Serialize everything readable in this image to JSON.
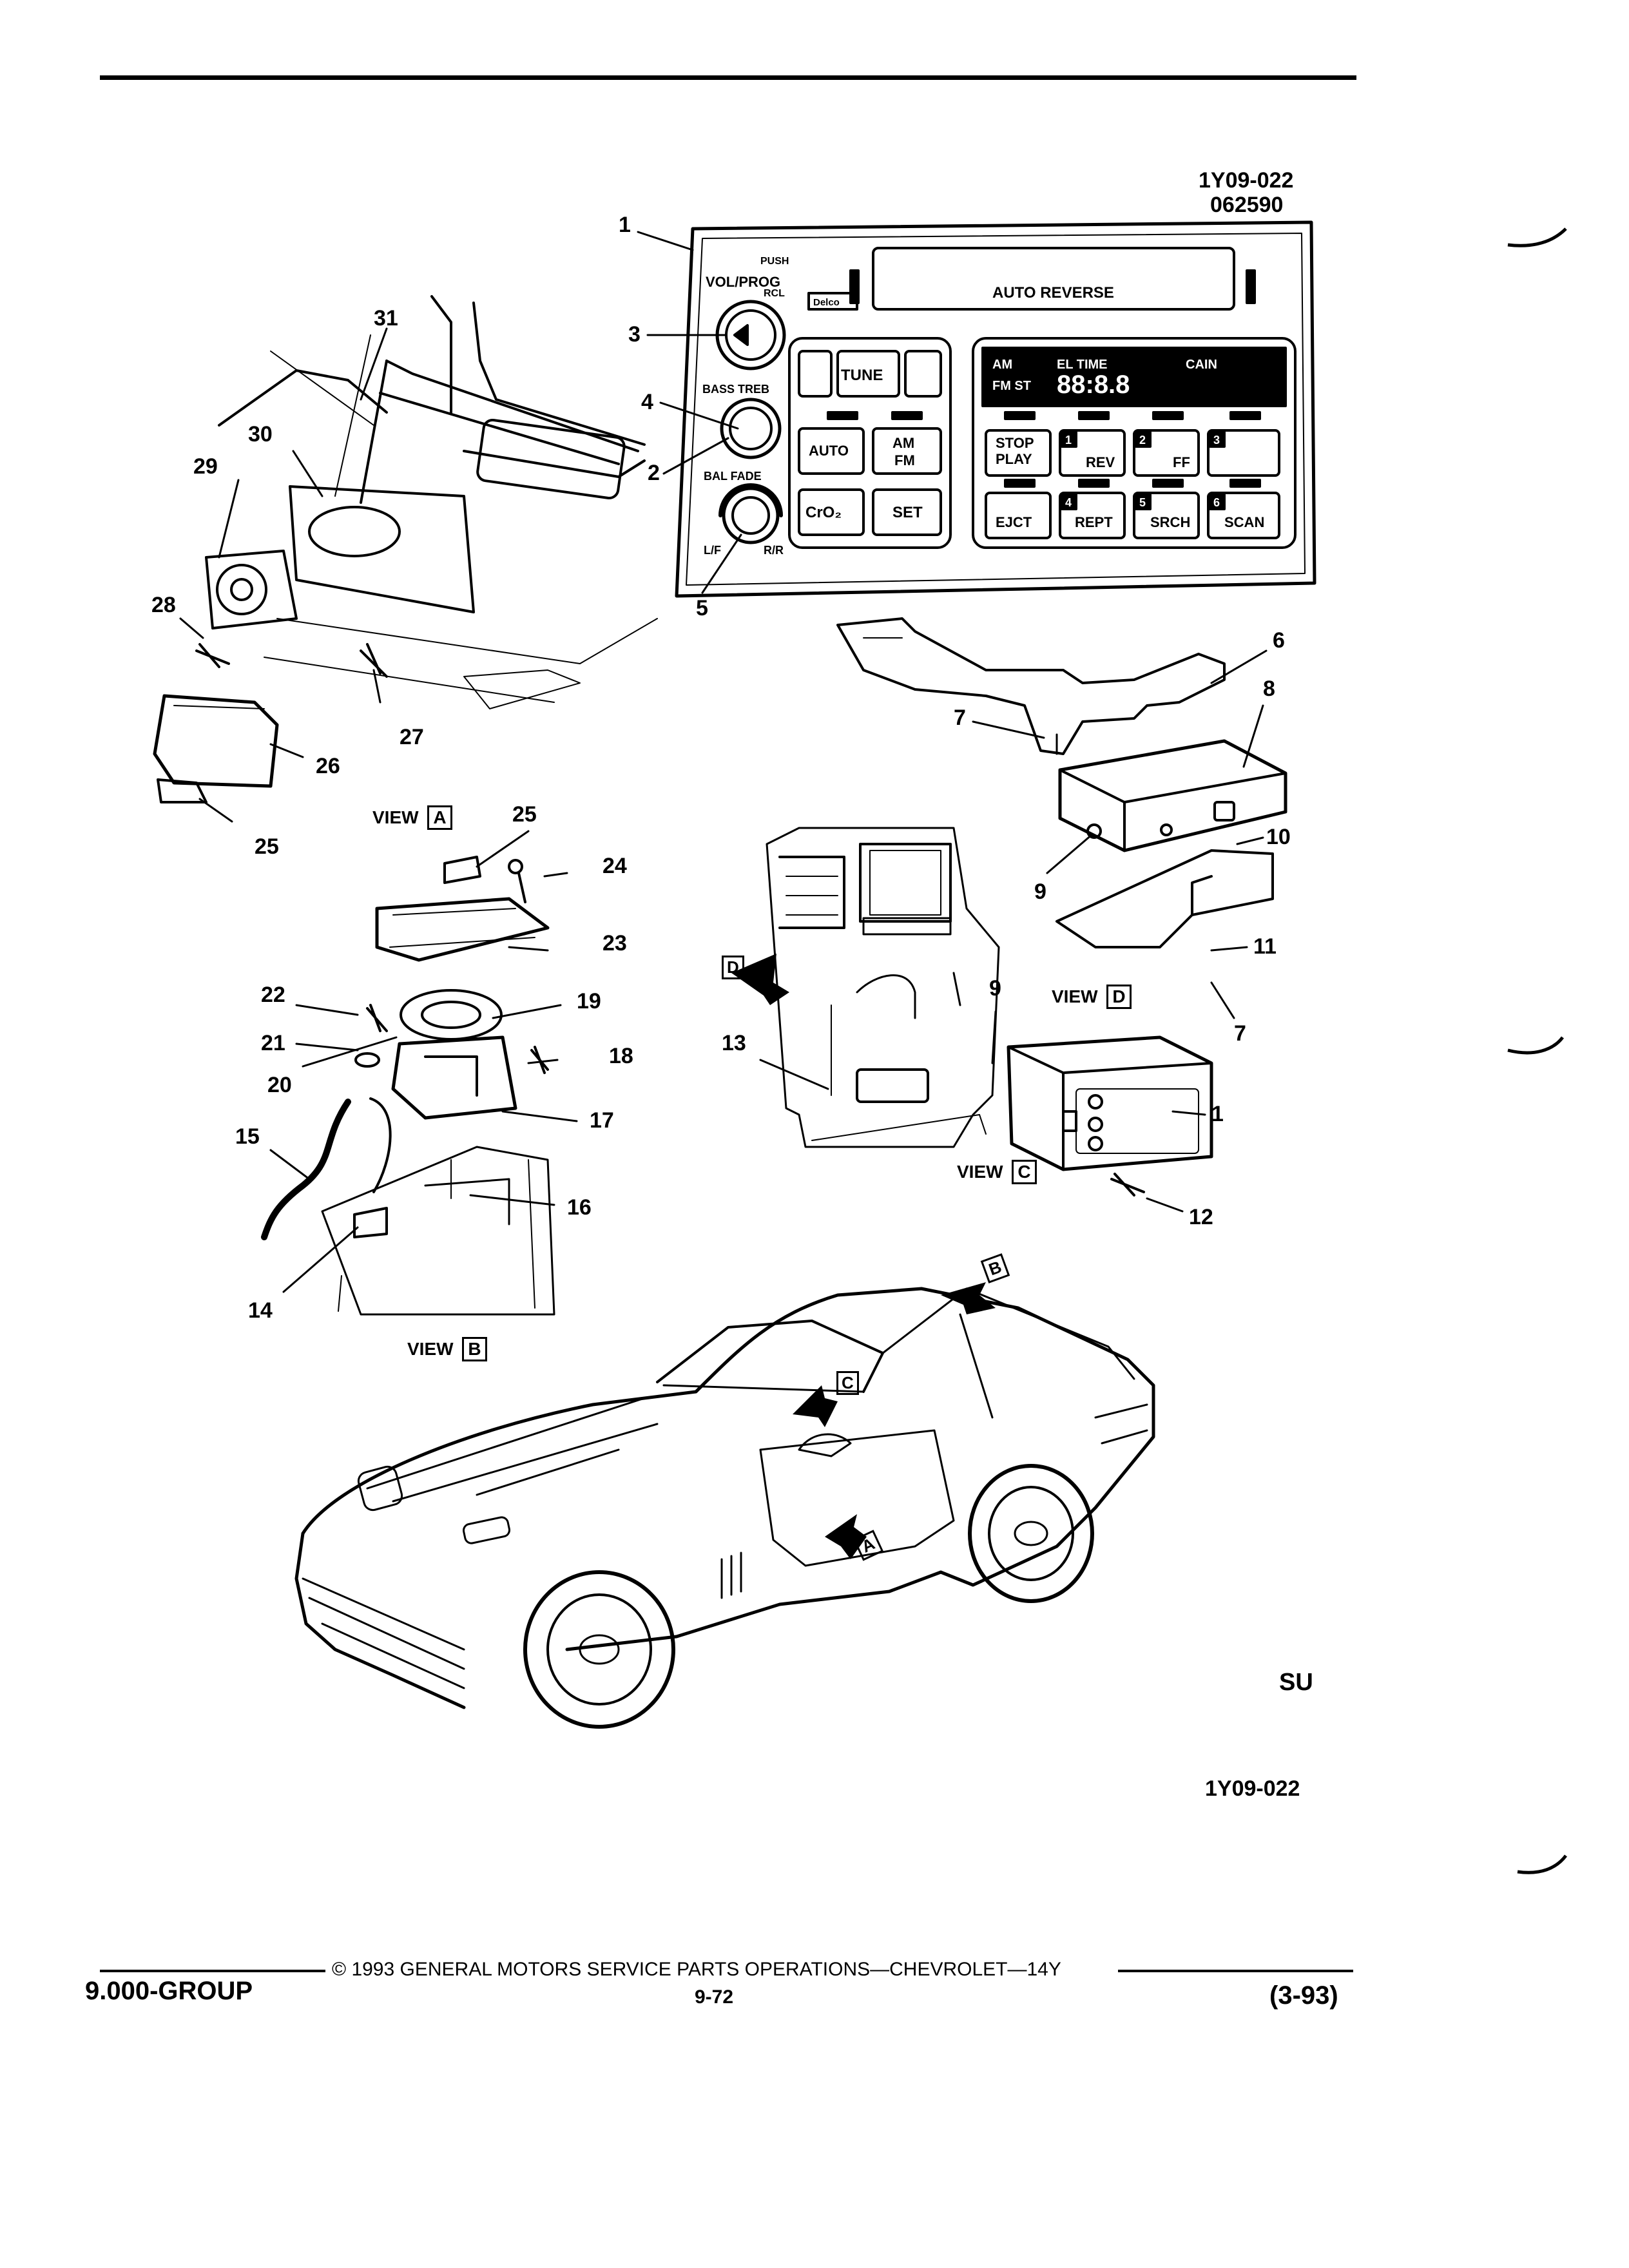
{
  "header": {
    "figure_code": "1Y09-022",
    "date_code": "062590"
  },
  "radio_panel": {
    "push_label": "PUSH",
    "vol_label": "VOL/PROG",
    "rcl_label": "RCL",
    "brand": "Delco",
    "cassette_label": "AUTO REVERSE",
    "bass_treb_label": "BASS TREB",
    "bal_fade_label": "BAL FADE",
    "lf_label": "L/F",
    "rr_label": "R/R",
    "display_am": "AM",
    "display_el_time": "EL TIME",
    "display_cain": "CAIN",
    "display_fmst": "FM ST",
    "display_digits": "88:8.8",
    "buttons": {
      "tune": "TUNE",
      "auto": "AUTO",
      "am": "AM",
      "fm": "FM",
      "cro2": "CrO₂",
      "set": "SET",
      "stop": "STOP",
      "play": "PLAY",
      "rev": "REV",
      "ff": "FF",
      "ejct": "EJCT",
      "rept": "REPT",
      "srch": "SRCH",
      "scan": "SCAN",
      "n1": "1",
      "n2": "2",
      "n3": "3",
      "n4": "4",
      "n5": "5",
      "n6": "6"
    }
  },
  "view_labels": {
    "view_word": "VIEW",
    "a": "A",
    "b": "B",
    "c": "C",
    "d": "D"
  },
  "callouts": {
    "c1": "1",
    "c2": "2",
    "c3": "3",
    "c4": "4",
    "c5": "5",
    "c6": "6",
    "c7": "7",
    "c8": "8",
    "c9": "9",
    "c10": "10",
    "c11": "11",
    "c12": "12",
    "c13": "13",
    "c14": "14",
    "c15": "15",
    "c16": "16",
    "c17": "17",
    "c18": "18",
    "c19": "19",
    "c20": "20",
    "c21": "21",
    "c22": "22",
    "c23": "23",
    "c24": "24",
    "c25": "25",
    "c26": "26",
    "c27": "27",
    "c28": "28",
    "c29": "29",
    "c30": "30",
    "c31": "31"
  },
  "figure_footer_code": "1Y09-022",
  "logo_text": "SU",
  "footer": {
    "group": "9.000-GROUP",
    "copyright": "© 1993 GENERAL MOTORS SERVICE PARTS OPERATIONS—CHEVROLET—14Y",
    "page_number": "9-72",
    "revision": "(3-93)"
  }
}
